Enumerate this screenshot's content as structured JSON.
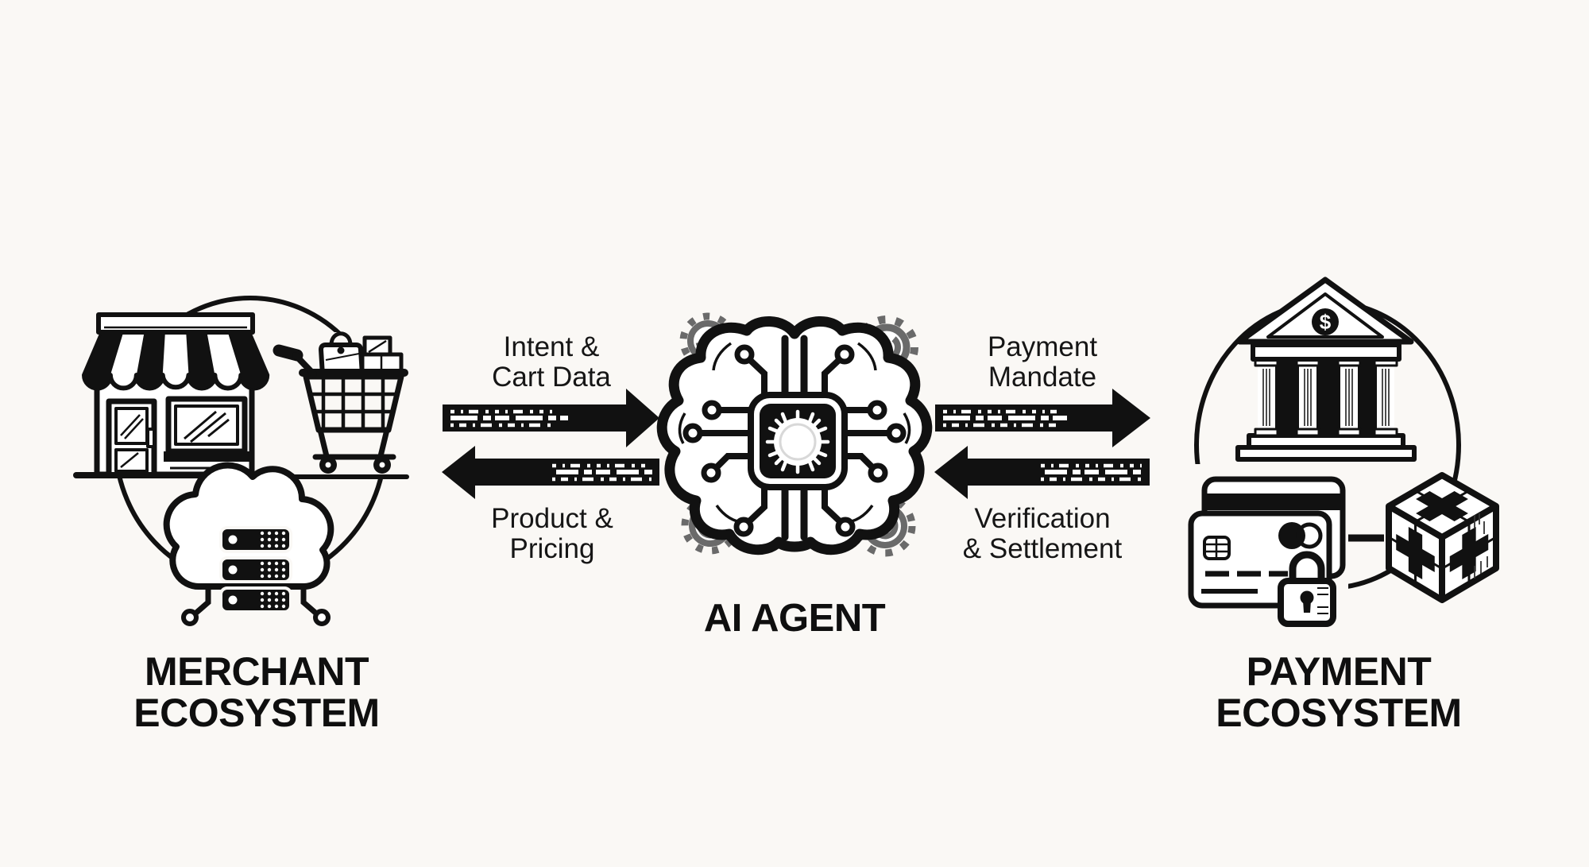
{
  "canvas": {
    "background": "#faf8f5",
    "ink": "#111111",
    "gear_color": "#6a6a6a"
  },
  "clusters": {
    "merchant": {
      "title_lines": [
        "MERCHANT",
        "ECOSYSTEM"
      ],
      "icons": [
        "storefront-icon",
        "shopping-cart-icon",
        "cloud-servers-icon"
      ]
    },
    "ai_agent": {
      "title": "AI AGENT",
      "icons": [
        "circuit-brain-icon",
        "chip-icon",
        "gear-icon"
      ]
    },
    "payment": {
      "title_lines": [
        "PAYMENT",
        "ECOSYSTEM"
      ],
      "bank_dollar_symbol": "$",
      "icons": [
        "bank-icon",
        "credit-cards-icon",
        "padlock-icon",
        "blockchain-cube-icon"
      ]
    }
  },
  "flows": {
    "intent_cart": {
      "lines": [
        "Intent &",
        "Cart Data"
      ],
      "direction": "merchant-to-agent"
    },
    "product_pricing": {
      "lines": [
        "Product &",
        "Pricing"
      ],
      "direction": "agent-to-merchant"
    },
    "payment_mandate": {
      "lines": [
        "Payment",
        "Mandate"
      ],
      "direction": "agent-to-payment"
    },
    "verification_settlement": {
      "lines": [
        "Verification",
        "& Settlement"
      ],
      "direction": "payment-to-agent"
    }
  },
  "icons": {
    "storefront-icon": "shop with striped awning",
    "shopping-cart-icon": "cart with bag and boxes",
    "cloud-servers-icon": "cloud with three server racks",
    "circuit-brain-icon": "brain with circuit traces",
    "chip-icon": "processor chip with glowing core",
    "gear-icon": "gray cog",
    "bank-icon": "classical bank with dollar pediment",
    "credit-cards-icon": "two payment cards",
    "padlock-icon": "security padlock",
    "blockchain-cube-icon": "isometric cube with cross faces",
    "dollar-sign-icon": "$"
  }
}
